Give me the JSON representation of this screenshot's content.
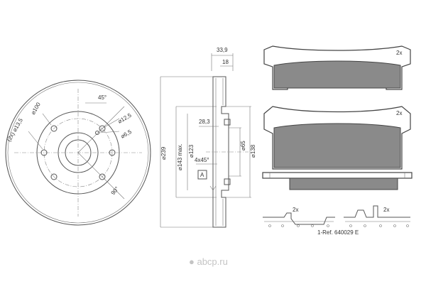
{
  "disc_front": {
    "labels": {
      "angle_45": "45°",
      "bolt_circle": "⌀100",
      "hole_13_5": "(2x) ⌀13,5",
      "hole_12_5": "⌀12,5",
      "hole_6_5": "⌀6,5",
      "angle_90": "90°"
    }
  },
  "disc_section": {
    "labels": {
      "width_33_9": "33,9",
      "width_18": "18",
      "dia_239": "⌀239",
      "dia_143": "⌀143 max.",
      "dim_28_3": "28,3",
      "dia_123": "⌀123",
      "chamfer": "4x45°",
      "dia_65": "⌀65",
      "dia_138": "⌀138",
      "datum": "A"
    }
  },
  "pads": {
    "qty_upper": "2x",
    "qty_lower": "2x",
    "clip_qty_left": "2x",
    "clip_qty_right": "2x",
    "reference": "1-Ref. 640029 E"
  },
  "watermark": {
    "text": "● abcp.ru"
  }
}
